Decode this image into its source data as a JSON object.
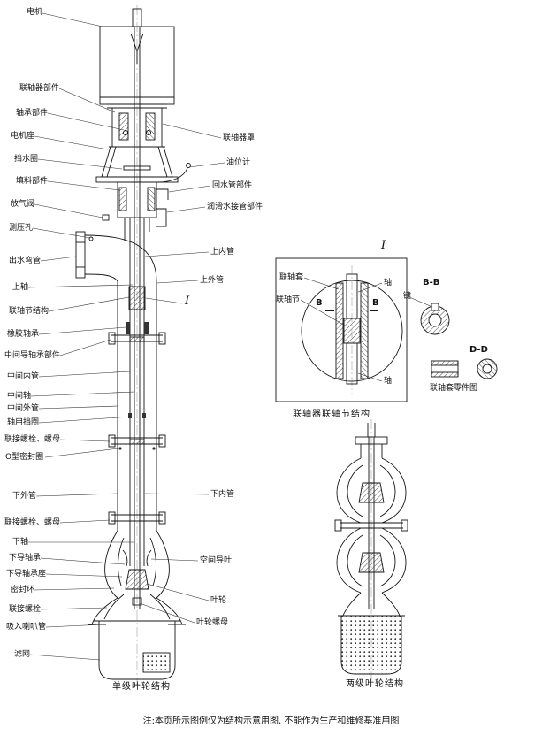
{
  "page": {
    "note": "注:本页所示图例仅为结构示意用图, 不能作为生产和维修基准用图"
  },
  "main": {
    "caption": "单级叶轮结构",
    "left_labels": [
      "电机",
      "联轴器部件",
      "轴承部件",
      "电机座",
      "挡水圈",
      "填料部件",
      "放气阀",
      "测压孔",
      "出水弯管",
      "上轴",
      "联轴节结构",
      "橡胶轴承",
      "中间导轴承部件",
      "中间内管",
      "中间轴",
      "中间外管",
      "轴用挡圈",
      "联接螺栓、螺母",
      "O型密封圈",
      "下外管",
      "联接螺栓、螺母",
      "下轴",
      "下导轴承",
      "下导轴承座",
      "密封环",
      "联接螺栓",
      "吸入喇叭管",
      "滤网"
    ],
    "right_labels": [
      "联轴器罩",
      "油位计",
      "回水管部件",
      "润滑水接管部件",
      "上内管",
      "上外管",
      "I",
      "下内管",
      "空间导叶",
      "叶轮",
      "叶轮螺母"
    ]
  },
  "detail": {
    "marker": "I",
    "caption": "联轴器联轴节结构",
    "coupling_sleeve": "联轴套",
    "coupling_joint": "联轴节",
    "shaft_top": "轴",
    "shaft_bottom": "轴",
    "key": "键",
    "b_left": "B",
    "b_right": "B",
    "section_bb": "B-B",
    "section_dd": "D-D",
    "parts_caption": "联轴套零件图"
  },
  "two_stage": {
    "caption": "两级叶轮结构"
  }
}
